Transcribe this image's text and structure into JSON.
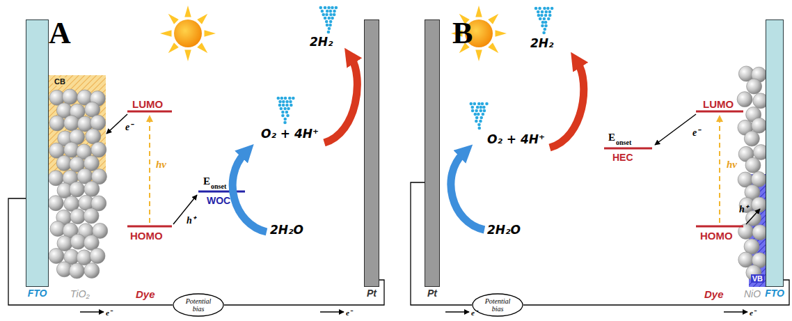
{
  "diagram": {
    "nodes": [
      {
        "text": [
          "FTO"
        ]
      },
      {
        "text": [
          "CB",
          "TiO₂"
        ]
      },
      {
        "text": [
          "Pt"
        ]
      },
      {
        "text": [
          "Potential bias"
        ]
      },
      {
        "text": [
          "Pt"
        ]
      },
      {
        "text": [
          "Potential bias"
        ]
      },
      {
        "text": [
          "VB",
          "NiO"
        ]
      },
      {
        "text": [
          "FTO"
        ]
      }
    ],
    "edges": [
      {
        "from": 0,
        "to": 3,
        "arrow": "none"
      },
      {
        "from": 3,
        "to": 2,
        "arrow": "none"
      },
      {
        "from": 4,
        "to": 5,
        "arrow": "none"
      },
      {
        "from": 5,
        "to": 7,
        "arrow": "none"
      }
    ],
    "labels": [
      "A",
      "LUMO",
      "e⁻",
      "hν",
      "HOMO",
      "h⁺",
      "E",
      "onset",
      "WOC",
      "O₂ + 4H⁺",
      "2H₂",
      "2H₂O",
      "Dye",
      "e⁻",
      "e⁻",
      "B",
      "2H₂",
      "O₂ + 4H⁺",
      "2H₂O",
      "E",
      "onset",
      "HEC",
      "LUMO",
      "e⁻",
      "hν",
      "h⁺",
      "HOMO",
      "Dye",
      "e⁻",
      "e⁻"
    ]
  }
}
